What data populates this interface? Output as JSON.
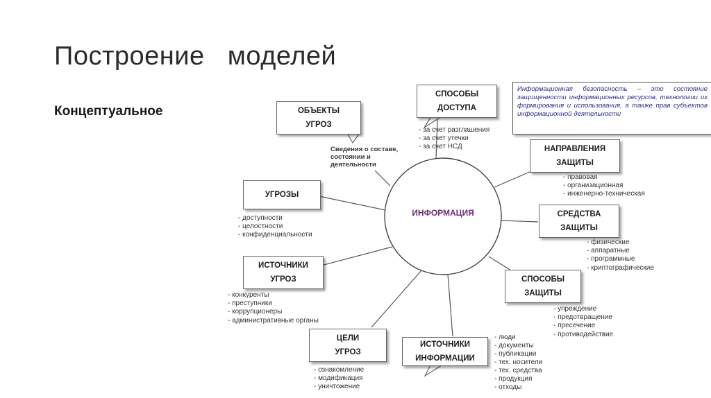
{
  "slide": {
    "title": "Построение   моделей",
    "subtitle": "Концептуальное"
  },
  "diagram": {
    "center": "ИНФОРМАЦИЯ",
    "definition": "Информационная безопасность – это состояние защищенности информационных ресурсов, технологии их формирования и использования, а также прав субъектов информационной деятельности",
    "nodes": {
      "access": {
        "label": "СПОСОБЫ\nДОСТУПА",
        "items": "- за счет разглашения\n- за счет утечки\n- за счет НСД"
      },
      "objects": {
        "label": "ОБЪЕКТЫ\nУГРОЗ",
        "note": "Сведения о составе,\nсостоянии и\nдеятельности"
      },
      "directions": {
        "label": "НАПРАВЛЕНИЯ\nЗАЩИТЫ",
        "items": "- правовая\n- организационная\n- инженерно-техническая"
      },
      "threats": {
        "label": "УГРОЗЫ",
        "items": "- доступности\n- целостности\n- конфиденциальности"
      },
      "means": {
        "label": "СРЕДСТВА\nЗАЩИТЫ",
        "items": "- физические\n- аппаратные\n- программные\n- криптографические"
      },
      "sources": {
        "label": "ИСТОЧНИКИ\nУГРОЗ",
        "items": "- конкуренты\n- преступники\n- коррупционеры\n- административные органы"
      },
      "methods": {
        "label": "СПОСОБЫ\nЗАЩИТЫ",
        "items": "- упреждение\n- предотвращение\n- пресечение\n- противодействие"
      },
      "goals": {
        "label": "ЦЕЛИ\nУГРОЗ",
        "items": "- ознакомление\n- модификация\n- уничтожение"
      },
      "infosources": {
        "label": "ИСТОЧНИКИ\nИНФОРМАЦИИ",
        "items": "- люди\n- документы\n- публикации\n- тех. носители\n- тех. средства\n- продукция\n- отходы"
      }
    }
  }
}
